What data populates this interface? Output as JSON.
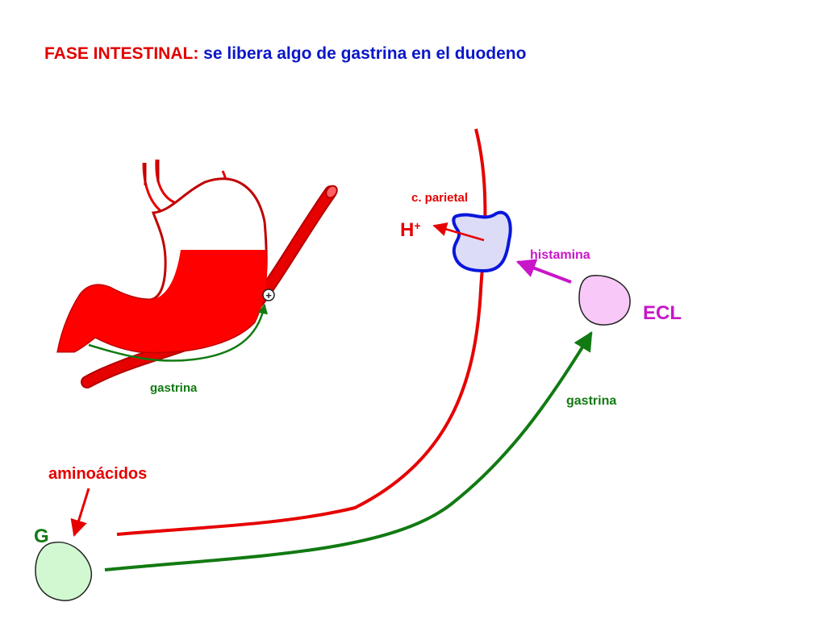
{
  "title": {
    "part1": "FASE INTESTINAL:",
    "part2": " se libera algo de gastrina en el duodeno"
  },
  "labels": {
    "parietal_cell": "c. parietal",
    "proton": "H",
    "proton_sup": "+",
    "histamine": "histamina",
    "ecl": "ECL",
    "gastrin_right": "gastrina",
    "gastrin_stomach": "gastrina",
    "amino_acids": "aminoácidos",
    "g_cell": "G",
    "plus_sign": "+"
  },
  "colors": {
    "title_red": "#e10000",
    "title_blue": "#0a16c8",
    "red": "#e60000",
    "dark_red": "#b40000",
    "green": "#127a12",
    "magenta": "#c816c8",
    "blue": "#0a16dc",
    "parietal_fill": "#dcdcf6",
    "ecl_fill": "#f8c8f8",
    "g_fill": "#d2f8d2"
  }
}
